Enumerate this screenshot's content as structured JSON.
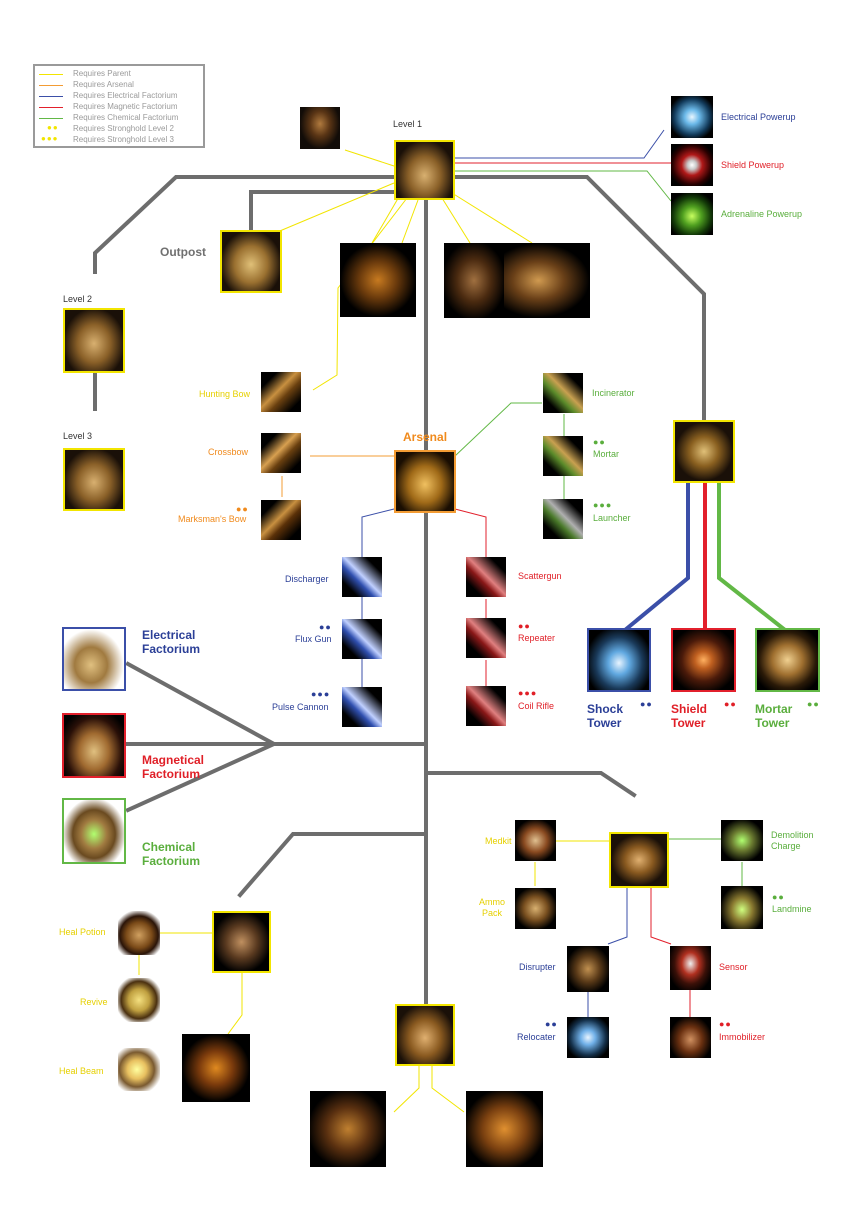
{
  "legend": {
    "items": [
      {
        "label": "Requires Parent",
        "color": "#f2e500"
      },
      {
        "label": "Requires Arsenal",
        "color": "#f39c34"
      },
      {
        "label": "Requires Electrical Factorium",
        "color": "#3b4fa8"
      },
      {
        "label": "Requires Magnetic Factorium",
        "color": "#e2202c"
      },
      {
        "label": "Requires Chemical Factorium",
        "color": "#62b846"
      },
      {
        "label": "Requires Stronghold Level 2",
        "dots": "●●",
        "color": "#f2e500"
      },
      {
        "label": "Requires Stronghold Level 3",
        "dots": "●●●",
        "color": "#f2e500"
      }
    ]
  },
  "colors": {
    "parent": "#f2e500",
    "arsenal": "#f39c34",
    "electrical": "#3b4fa8",
    "magnetic": "#e2202c",
    "chemical": "#62b846",
    "trunk": "#6d6d6d"
  },
  "stronghold": {
    "level1": "Level 1",
    "level2": "Level 2",
    "level3": "Level 3",
    "outpost": "Outpost"
  },
  "powerups": {
    "electrical": "Electrical Powerup",
    "shield": "Shield Powerup",
    "adrenaline": "Adrenaline Powerup"
  },
  "arsenal": {
    "title": "Arsenal",
    "hunting_bow": "Hunting Bow",
    "crossbow": "Crossbow",
    "marksmans_bow": "Marksman's Bow",
    "incinerator": "Incinerator",
    "mortar": "Mortar",
    "launcher": "Launcher",
    "discharger": "Discharger",
    "flux_gun": "Flux Gun",
    "pulse_cannon": "Pulse Cannon",
    "scattergun": "Scattergun",
    "repeater": "Repeater",
    "coil_rifle": "Coil Rifle"
  },
  "towers": {
    "shock": "Shock Tower",
    "shield": "Shield Tower",
    "mortar": "Mortar Tower"
  },
  "factoriums": {
    "electrical": "Electrical Factorium",
    "magnetical": "Magnetical Factorium",
    "chemical": "Chemical Factorium"
  },
  "gadgets": {
    "medkit": "Medkit",
    "ammo_pack": "Ammo Pack",
    "demolition_charge": "Demolition Charge",
    "landmine": "Landmine",
    "disrupter": "Disrupter",
    "sensor": "Sensor",
    "relocater": "Relocater",
    "immobilizer": "Immobilizer"
  },
  "healing": {
    "heal_potion": "Heal Potion",
    "revive": "Revive",
    "heal_beam": "Heal Beam"
  },
  "dots": {
    "two": "●●",
    "three": "●●●"
  },
  "icons": {
    "stronghold": "stronghold-icon",
    "outpost": "outpost-icon",
    "arsenal": "arsenal-icon",
    "tower": "tower-icon",
    "factorium": "factorium-icon",
    "powerup": "powerup-icon",
    "weapon": "weapon-icon",
    "unit": "unit-portrait-icon",
    "gadget": "gadget-icon",
    "vehicle": "vehicle-icon"
  }
}
